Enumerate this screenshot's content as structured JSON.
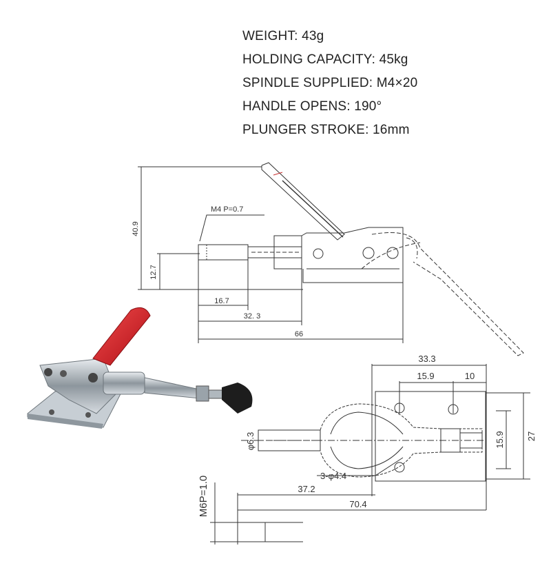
{
  "specs": [
    {
      "label": "WEIGHT",
      "value": "43g"
    },
    {
      "label": "HOLDING CAPACITY",
      "value": "45kg"
    },
    {
      "label": "SPINDLE SUPPLIED",
      "value": "M4×20"
    },
    {
      "label": "HANDLE OPENS",
      "value": "190°"
    },
    {
      "label": "PLUNGER STROKE",
      "value": "16mm"
    }
  ],
  "side_view": {
    "overall_height": "40.9",
    "spindle_height": "12.7",
    "thread_note": "M4 P=0.7",
    "dim_a": "16.7",
    "dim_b": "32. 3",
    "dim_c": "66"
  },
  "top_view": {
    "width_total": "33.3",
    "hole_spacing_a": "15.9",
    "hole_spacing_b": "10",
    "base_height": "27",
    "base_inner": "15.9",
    "plunger_dia": "φ6.3",
    "holes": "3-φ4.4",
    "len_a": "37.2",
    "len_b": "70.4",
    "nut_thread": "M6P=1.0"
  },
  "colors": {
    "line": "#333333",
    "handle": "#d6202a",
    "metal": "#b9c1c8"
  }
}
